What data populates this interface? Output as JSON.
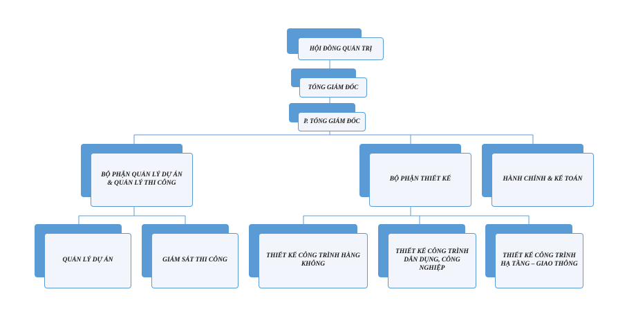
{
  "diagram": {
    "colors": {
      "accent": "#5b9bd5",
      "box_fill": "#f2f5fb",
      "line": "#5b9bd5"
    },
    "nodes": {
      "board": {
        "text": "HỘI ĐỒNG QUẢN TRỊ"
      },
      "ceo": {
        "text": "TỔNG GIÁM ĐỐC"
      },
      "deputy": {
        "text": "P. TỔNG GIÁM ĐỐC"
      },
      "pm_dept": {
        "line1": "BỘ PHẬN QUẢN LÝ DỰ ÁN",
        "line2": "& QUẢN LÝ THI CÔNG"
      },
      "design_dept": {
        "text": "BỘ PHẬN THIẾT KẾ"
      },
      "admin_dept": {
        "text": "HÀNH CHÍNH & KẾ TOÁN"
      },
      "project_mgmt": {
        "text": "QUẢN LÝ DỰ ÁN"
      },
      "supervision": {
        "text": "GIÁM SÁT THI CÔNG"
      },
      "aviation_design": {
        "line1": "THIẾT KẾ CÔNG TRÌNH HÀNG",
        "line2": "KHÔNG"
      },
      "civil_design": {
        "line1": "THIẾT KẾ CÔNG TRÌNH",
        "line2": "DÂN DỤNG, CÔNG NGHIỆP"
      },
      "infra_design": {
        "line1": "THIẾT KẾ CÔNG TRÌNH",
        "line2": "HẠ TẦNG – GIAO THÔNG"
      }
    }
  }
}
